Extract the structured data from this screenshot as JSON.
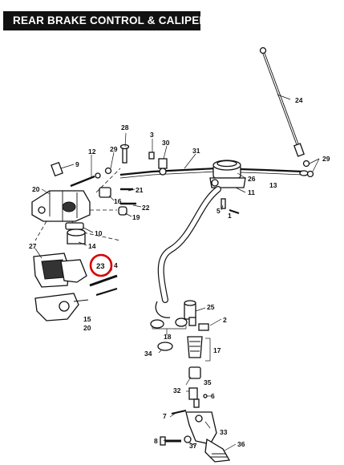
{
  "title": "REAR BRAKE CONTROL & CALIPER",
  "highlight": {
    "label": "23",
    "color": "#d40000"
  },
  "callouts": [
    "24",
    "28",
    "3",
    "30",
    "31",
    "29",
    "12",
    "9",
    "29",
    "26",
    "13",
    "11",
    "20",
    "16",
    "21",
    "22",
    "19",
    "5",
    "1",
    "10",
    "14",
    "27",
    "23",
    "4",
    "25",
    "2",
    "15",
    "20",
    "18",
    "34",
    "17",
    "35",
    "32",
    "6",
    "7",
    "33",
    "8",
    "37",
    "36"
  ]
}
